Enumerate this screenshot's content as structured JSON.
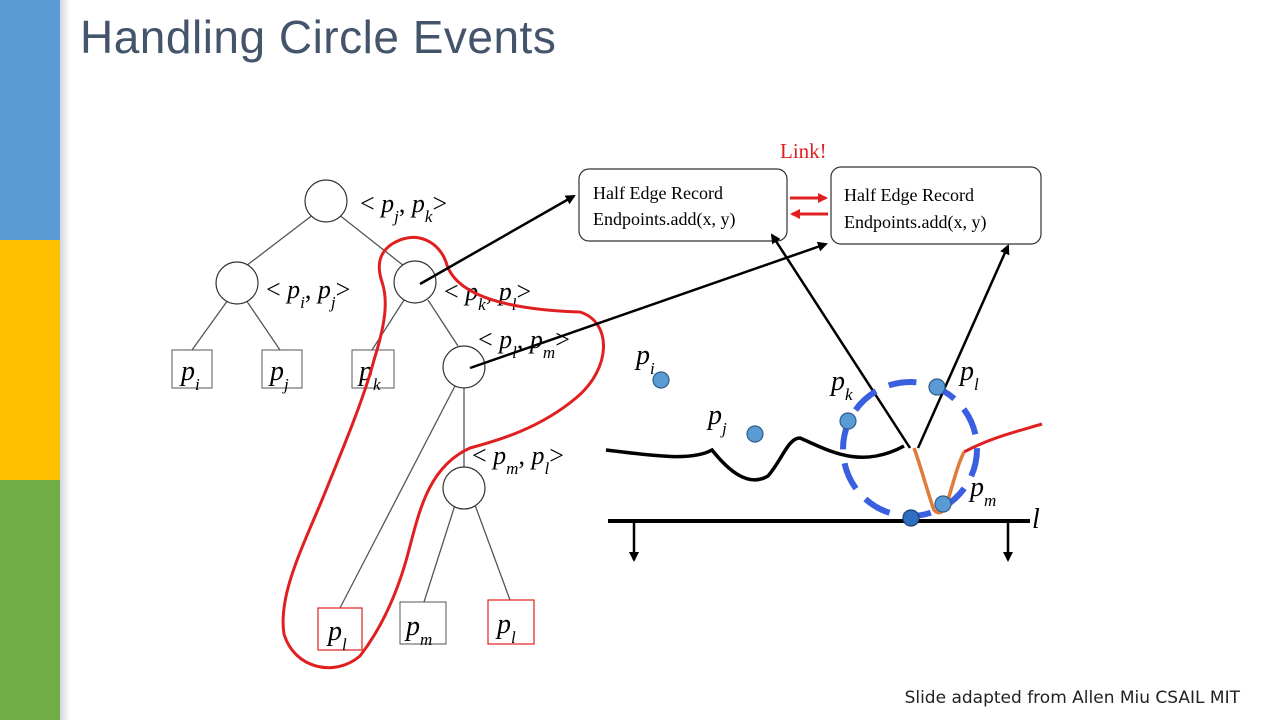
{
  "slide": {
    "title": "Handling Circle Events",
    "credit": "Slide adapted from Allen Miu CSAIL MIT"
  },
  "colors": {
    "accent_blue": "#5b9bd5",
    "accent_yellow": "#ffc000",
    "accent_green": "#70ad47",
    "highlight_red": "#e02020",
    "circle_dashed": "#3a5fe0",
    "breakpoint_orange": "#e07b39"
  },
  "tree": {
    "root_label": [
      "<",
      "p",
      "j",
      ", ",
      "p",
      "k",
      ">"
    ],
    "left_label": [
      "<",
      "p",
      "i",
      ", ",
      "p",
      "j",
      ">"
    ],
    "right_label": [
      "<",
      "p",
      "k",
      ", ",
      "p",
      "l",
      ">"
    ],
    "rr_label": [
      "<",
      "p",
      "l",
      ", ",
      "p",
      "m",
      ">"
    ],
    "rrr_label": [
      "<",
      "p",
      "m",
      ", ",
      "p",
      "l",
      ">"
    ],
    "leaves": [
      {
        "base": "p",
        "sub": "i"
      },
      {
        "base": "p",
        "sub": "j"
      },
      {
        "base": "p",
        "sub": "k"
      },
      {
        "base": "p",
        "sub": "l"
      },
      {
        "base": "p",
        "sub": "m"
      },
      {
        "base": "p",
        "sub": "l"
      }
    ]
  },
  "records": {
    "left": {
      "line1": "Half Edge Record",
      "line2": "Endpoints.add(x, y)"
    },
    "right": {
      "line1": "Half Edge Record",
      "line2": "Endpoints.add(x, y)"
    },
    "link_label": "Link!"
  },
  "sites": {
    "pi": {
      "base": "p",
      "sub": "i"
    },
    "pj": {
      "base": "p",
      "sub": "j"
    },
    "pk": {
      "base": "p",
      "sub": "k"
    },
    "pl": {
      "base": "p",
      "sub": "l"
    },
    "pm": {
      "base": "p",
      "sub": "m"
    },
    "sweep": "l"
  }
}
